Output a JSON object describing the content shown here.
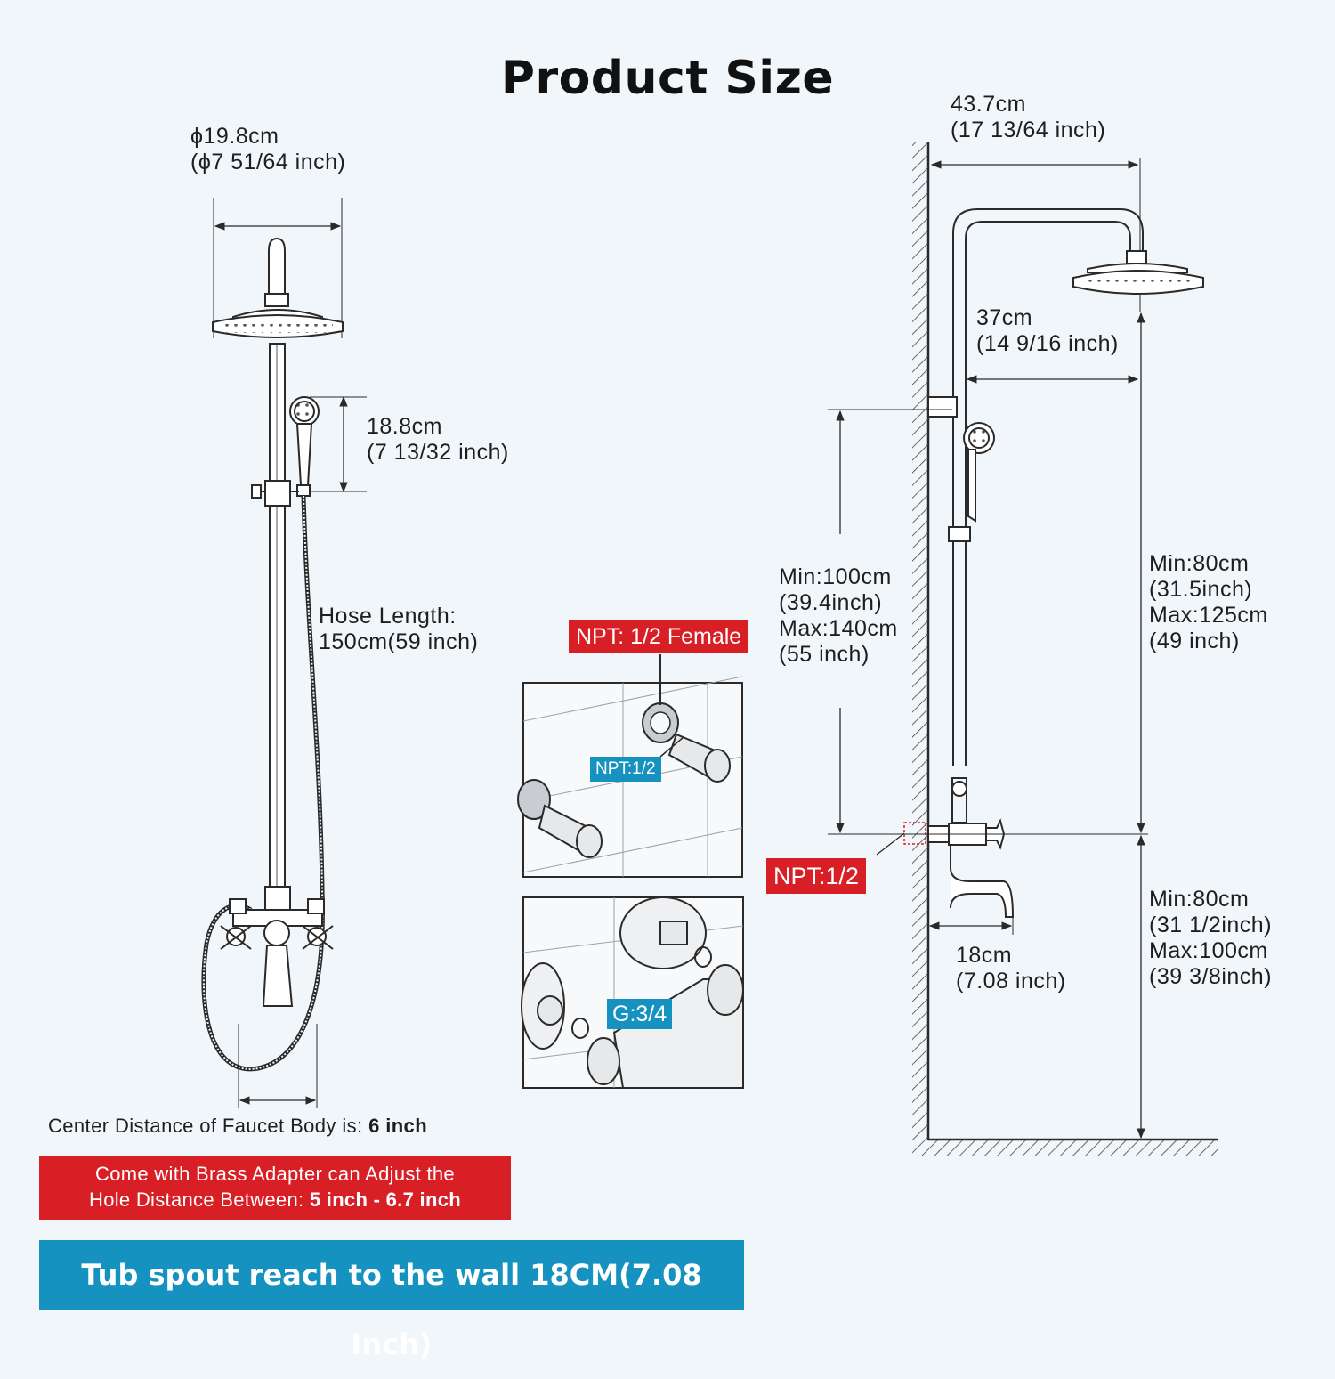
{
  "title": "Product Size",
  "left_unit": {
    "head_diameter": {
      "line1": "ϕ19.8cm",
      "line2": "(ϕ7 51/64 inch)"
    },
    "handheld_length": {
      "line1": "18.8cm",
      "line2": "(7 13/32 inch)"
    },
    "hose_length": {
      "line1": "Hose Length:",
      "line2": "150cm(59 inch)"
    },
    "center_distance": {
      "prefix": "Center Distance of Faucet Body is: ",
      "value": "6 inch"
    },
    "adapter_note": {
      "line1": "Come with Brass Adapter can Adjust the",
      "line2_prefix": "Hole Distance Between: ",
      "line2_value": "5 inch - 6.7 inch"
    }
  },
  "inset": {
    "npt_female": "NPT: 1/2 Female",
    "npt_half": "NPT:1/2",
    "g_three_quarter": "G:3/4"
  },
  "right_unit": {
    "arm_reach": {
      "line1": "43.7cm",
      "line2": "(17 13/64 inch)"
    },
    "arm_span": {
      "line1": "37cm",
      "line2": "(14 9/16 inch)"
    },
    "rod_height": {
      "line1": "Min:100cm",
      "line2": "(39.4inch)",
      "line3": "Max:140cm",
      "line4": "(55 inch)"
    },
    "head_to_valve": {
      "line1": "Min:80cm",
      "line2": "(31.5inch)",
      "line3": "Max:125cm",
      "line4": "(49 inch)"
    },
    "valve_to_floor": {
      "line1": "Min:80cm",
      "line2": "(31 1/2inch)",
      "line3": "Max:100cm",
      "line4": "(39 3/8inch)"
    },
    "spout_reach": {
      "line1": "18cm",
      "line2": "(7.08 inch)"
    },
    "wall_npt": "NPT:1/2"
  },
  "banner": "Tub spout reach to the wall 18CM(7.08 Inch)",
  "colors": {
    "background": "#f1f6fa",
    "red": "#d91f26",
    "blue": "#1592bf",
    "line": "#2a2a2a"
  }
}
